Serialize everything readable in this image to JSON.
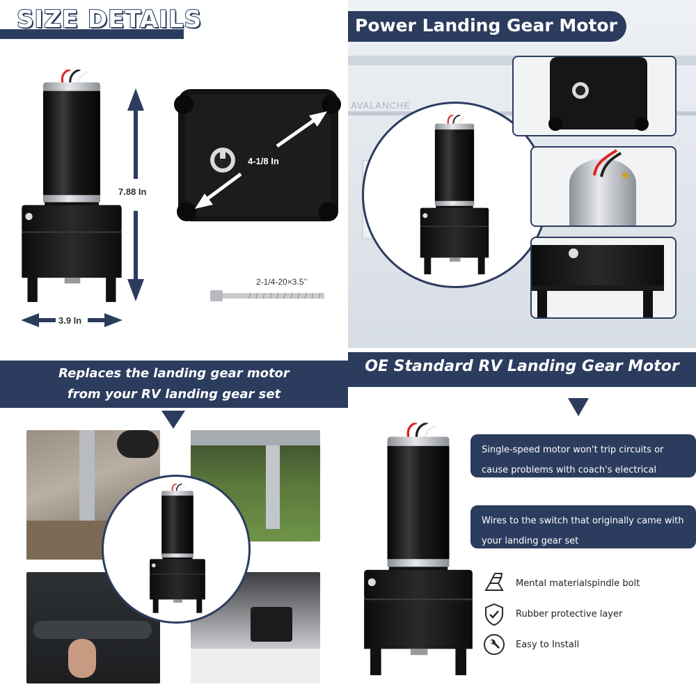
{
  "size_details": {
    "heading": "SIZE DETAILS",
    "height_label": "7.88 In",
    "width_label": "3.9 In",
    "diagonal_label": "4-1/8 In",
    "bolt_label": "2-1/4-20×3.5’’"
  },
  "power_panel": {
    "heading": "Power Landing Gear Motor",
    "bg_sign_text": "AVALANCHE"
  },
  "replaces_panel": {
    "heading_line1": "Replaces the landing gear motor",
    "heading_line2": "from your RV landing gear set"
  },
  "oe_panel": {
    "heading": "OE Standard RV Landing Gear Motor",
    "callout1": "Single-speed motor won't trip circuits or cause problems with coach's electrical systems",
    "callout2": "Wires to the switch that originally came with your landing gear set",
    "features": [
      {
        "icon": "metal-ingots-icon",
        "label": "Mental materialspindle bolt"
      },
      {
        "icon": "shield-check-icon",
        "label": "Rubber protective layer"
      },
      {
        "icon": "wrench-icon",
        "label": "Easy to Install"
      }
    ]
  },
  "colors": {
    "navy": "#2b3c5e",
    "motor_black": "#141414",
    "motor_silver": "#c9ccd0"
  }
}
